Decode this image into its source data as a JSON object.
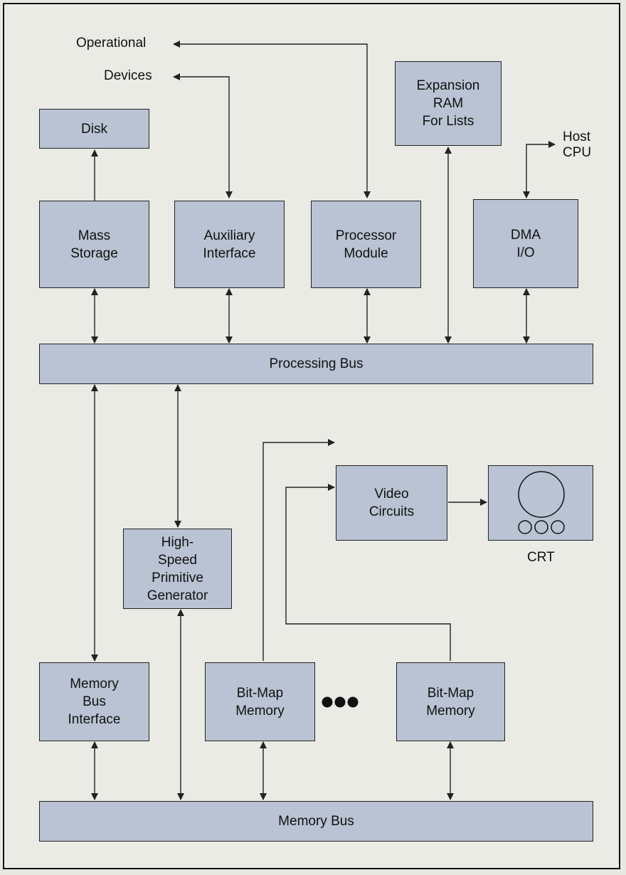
{
  "blocks": {
    "disk": "Disk",
    "mass_storage": "Mass\nStorage",
    "auxiliary_interface": "Auxiliary\nInterface",
    "processor_module": "Processor\nModule",
    "expansion_ram": "Expansion\nRAM\nFor Lists",
    "dma_io": "DMA\nI/O",
    "processing_bus": "Processing Bus",
    "video_circuits": "Video\nCircuits",
    "primitive_generator": "High-\nSpeed\nPrimitive\nGenerator",
    "memory_bus_interface": "Memory\nBus\nInterface",
    "bitmap_memory_1": "Bit-Map\nMemory",
    "bitmap_memory_2": "Bit-Map\nMemory",
    "memory_bus": "Memory Bus"
  },
  "labels": {
    "operational": "Operational",
    "devices": "Devices",
    "host_cpu": "Host\nCPU",
    "crt": "CRT"
  },
  "colors": {
    "block_fill": "#b9c3d3",
    "background": "#ebebe6",
    "line": "#222222"
  }
}
